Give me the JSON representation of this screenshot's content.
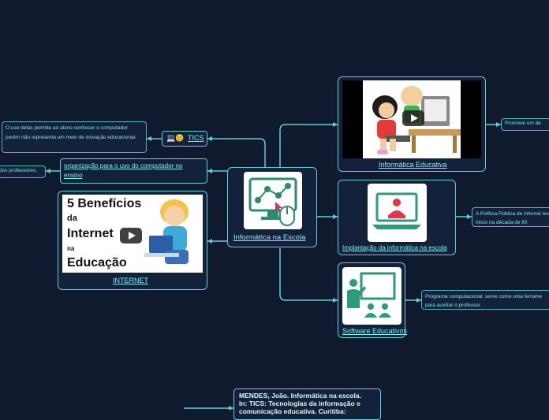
{
  "center": {
    "label": "Informática na Escola"
  },
  "branches": {
    "educativa": {
      "label": "Informática Educativa",
      "note": "Promove um de"
    },
    "implantacao": {
      "label": "Implantação da informática na escola",
      "note": "A Política Pública de informá teve início na década de 80."
    },
    "software": {
      "label": "Software Educativos",
      "note": "Programa computacional, serve como uma ferrame para auxiliar o professor."
    },
    "tics": {
      "label": "TICS",
      "emoji": "💻😊",
      "note": "O uso delas permite ao aluno conhecer o computador porém não representa um meio de inovação educacional."
    },
    "organizacao": {
      "label": "organização para o uso do computador no ensino",
      "note": "dos professores."
    },
    "internet": {
      "label": "INTERNET",
      "image_text": {
        "line1": "5 Benefícios",
        "line2": "da",
        "line3": "Internet",
        "line4": "na",
        "line5": "Educação"
      }
    }
  },
  "reference": {
    "line1": "MENDES, João. Informática na escola.",
    "line2": "In: TICS: Tecnologias da informação e",
    "line3": "comunicação educativa. Curitiba:"
  },
  "colors": {
    "background": "#0f1a2e",
    "line": "#5fd0d6",
    "text": "#7ff2f4"
  }
}
